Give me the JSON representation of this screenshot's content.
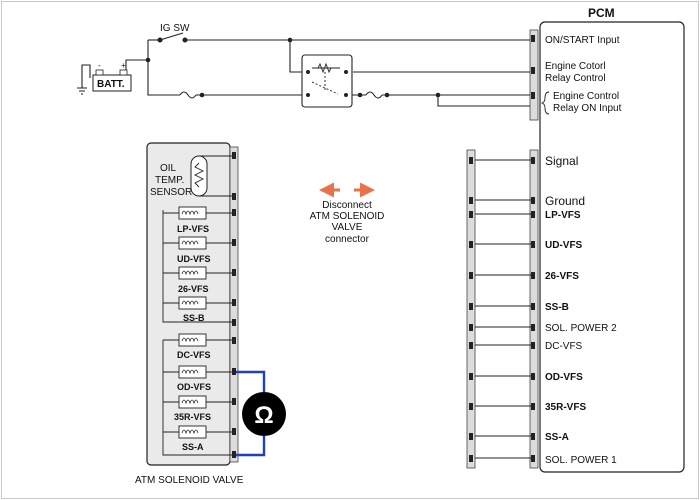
{
  "pcm": {
    "title": "PCM",
    "pins": [
      {
        "label": "ON/START Input"
      },
      {
        "label": "Engine Cotorl",
        "label2": "Relay Control"
      },
      {
        "label": "Engine Control",
        "label2": "Relay ON Input"
      },
      {
        "label": "Signal"
      },
      {
        "label": "Ground"
      },
      {
        "label": "LP-VFS"
      },
      {
        "label": "UD-VFS"
      },
      {
        "label": "26-VFS"
      },
      {
        "label": "SS-B"
      },
      {
        "label": "SOL. POWER 2"
      },
      {
        "label": "DC-VFS"
      },
      {
        "label": "OD-VFS"
      },
      {
        "label": "35R-VFS"
      },
      {
        "label": "SS-A"
      },
      {
        "label": "SOL. POWER 1"
      }
    ]
  },
  "power": {
    "ig_switch": "IG SW",
    "battery": "BATT.",
    "plus": "+",
    "minus": "-"
  },
  "sensor": {
    "line1": "OIL",
    "line2": "TEMP.",
    "line3": "SENSOR"
  },
  "solenoids": [
    {
      "label": "LP-VFS"
    },
    {
      "label": "UD-VFS"
    },
    {
      "label": "26-VFS"
    },
    {
      "label": "SS-B"
    },
    {
      "label": "DC-VFS"
    },
    {
      "label": "OD-VFS"
    },
    {
      "label": "35R-VFS"
    },
    {
      "label": "SS-A"
    }
  ],
  "valve_label": "ATM SOLENOID VALVE",
  "disconnect": {
    "line1": "Disconnect",
    "line2": "ATM SOLENOID",
    "line3": "VALVE",
    "line4": "connector"
  },
  "ohmmeter": {
    "symbol": "Ω"
  },
  "colors": {
    "wire": "#222222",
    "meter_lead": "#1f3fbf",
    "arrow": "#e8734a",
    "panel": "#eaeaea",
    "connector": "#dcdcdc"
  }
}
